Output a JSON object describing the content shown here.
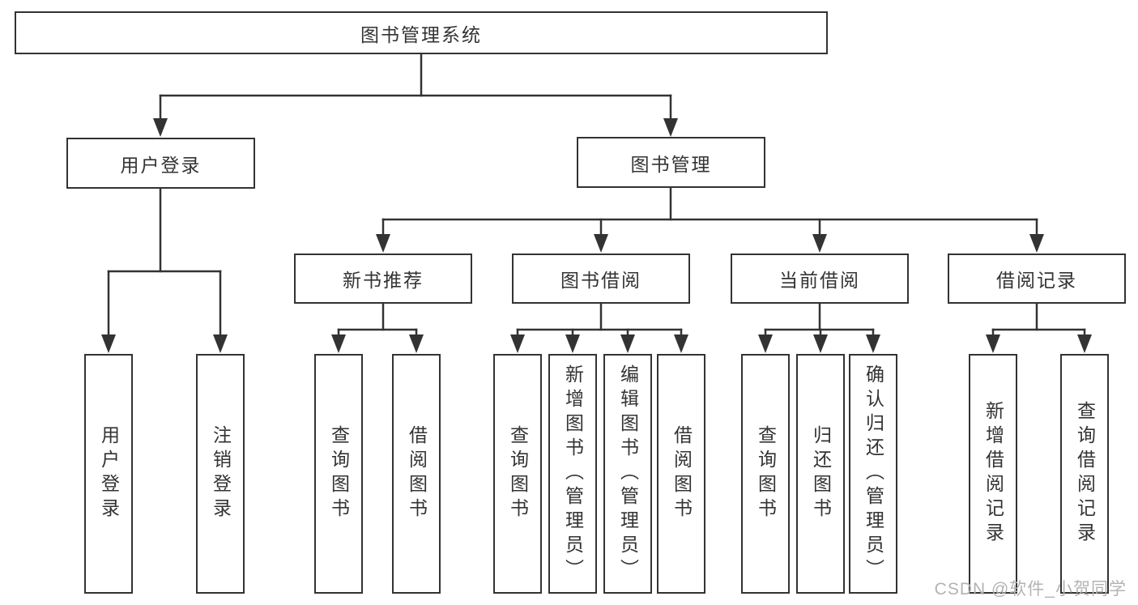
{
  "diagram": {
    "root": {
      "label": "图书管理系统"
    },
    "branches": [
      {
        "label": "用户登录",
        "children": [
          {
            "label": "用户登录"
          },
          {
            "label": "注销登录"
          }
        ]
      },
      {
        "label": "图书管理",
        "children": [
          {
            "label": "新书推荐",
            "children": [
              {
                "label": "查询图书"
              },
              {
                "label": "借阅图书"
              }
            ]
          },
          {
            "label": "图书借阅",
            "children": [
              {
                "label": "查询图书"
              },
              {
                "label": "新增图书（管理员）"
              },
              {
                "label": "编辑图书（管理员）"
              },
              {
                "label": "借阅图书"
              }
            ]
          },
          {
            "label": "当前借阅",
            "children": [
              {
                "label": "查询图书"
              },
              {
                "label": "归还图书"
              },
              {
                "label": "确认归还（管理员）"
              }
            ]
          },
          {
            "label": "借阅记录",
            "children": [
              {
                "label": "新增借阅记录"
              },
              {
                "label": "查询借阅记录"
              }
            ]
          }
        ]
      }
    ]
  },
  "watermark": {
    "text": "CSDN @软件_小贺同学"
  },
  "colors": {
    "line": "#333333",
    "box_fill": "#ffffff",
    "text": "#333333",
    "watermark": "#b3b3b3",
    "background": "#ffffff"
  }
}
